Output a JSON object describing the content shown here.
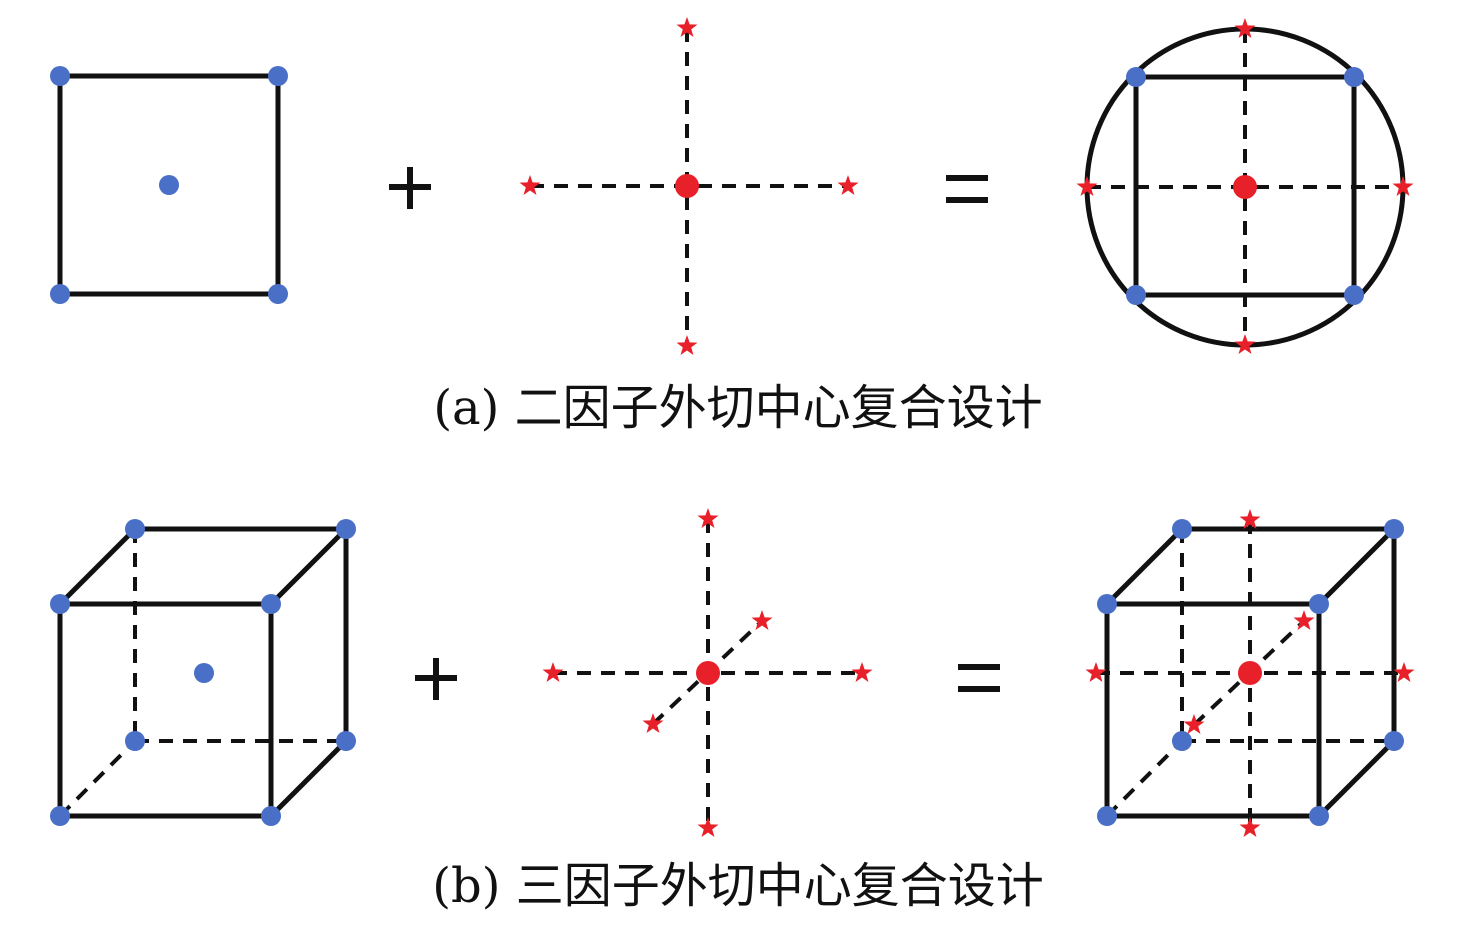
{
  "captions": {
    "a": "(a) 二因子外切中心复合设计",
    "b": "(b) 三因子外切中心复合设计"
  },
  "colors": {
    "line": "#111111",
    "factorial_point": "#4a6fc7",
    "axial_point": "#e8202a",
    "center_point": "#e8202a"
  },
  "legend_semantics": {
    "factorial_point_icon": "blue-dot",
    "axial_point_icon": "red-star",
    "center_point_icon": "red-dot"
  }
}
